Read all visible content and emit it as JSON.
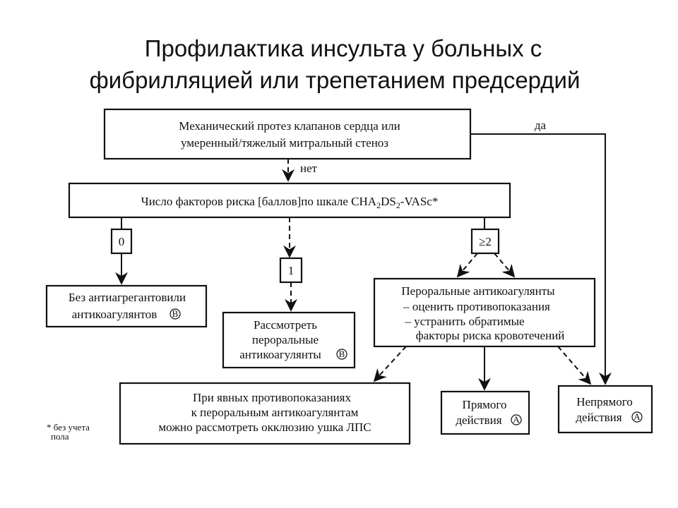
{
  "title": {
    "line1": "Профилактика инсульта у больных с",
    "line2": "фибрилляцией или трепетанием предсердий"
  },
  "box1": {
    "line1": "Механический протез клапанов сердца или",
    "line2": "умеренный/тяжелый митральный стеноз"
  },
  "labels": {
    "yes": "да",
    "no": "нет"
  },
  "box2": {
    "prefix": "Число факторов риска [баллов]по шкале CHA",
    "sub1": "2",
    "mid": "DS",
    "sub2": "2",
    "suffix": "-VASc*"
  },
  "score": {
    "zero": "0",
    "one": "1",
    "two_plus": "≥2"
  },
  "box_none": {
    "line1": "Без антиагрегантовили",
    "line2": "антикоагулянтов"
  },
  "box_consider": {
    "line1": "Рассмотреть",
    "line2": "пероральные",
    "line3": "антикоагулянты"
  },
  "box_oral": {
    "line1": "Пероральные антикоагулянты",
    "line2": "– оценить противопоказания",
    "line3": "– устранить обратимые",
    "line4": "факторы риска кровотечений"
  },
  "box_laa": {
    "line1": "При явных противопоказаниях",
    "line2": "к пероральным антикоагулянтам",
    "line3": "можно рассмотреть окклюзию ушка ЛПС"
  },
  "box_direct": {
    "line1": "Прямого",
    "line2": "действия"
  },
  "box_indirect": {
    "line1": "Непрямого",
    "line2": "действия"
  },
  "marks": {
    "b": "B",
    "a": "A"
  },
  "footnote": {
    "line1": "* без учета",
    "line2": "пола"
  }
}
